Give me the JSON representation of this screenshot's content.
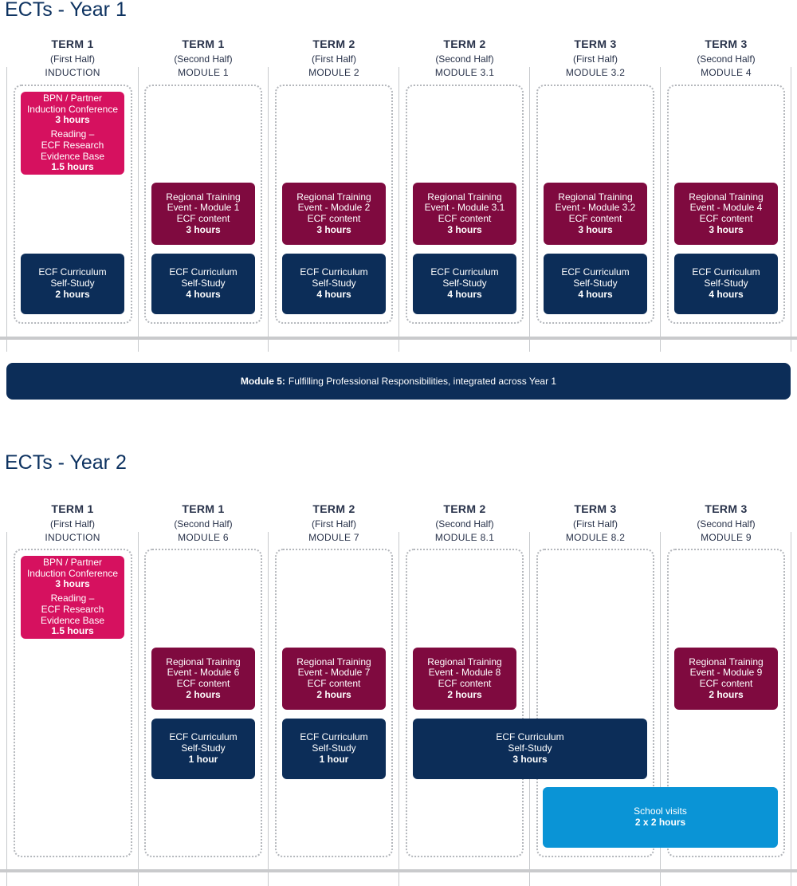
{
  "year1": {
    "title": "ECTs - Year 1",
    "columns": [
      {
        "term": "TERM 1",
        "half": "(First Half)",
        "module": "INDUCTION"
      },
      {
        "term": "TERM 1",
        "half": "(Second Half)",
        "module": "MODULE 1"
      },
      {
        "term": "TERM 2",
        "half": "(First Half)",
        "module": "MODULE 2"
      },
      {
        "term": "TERM 2",
        "half": "(Second Half)",
        "module": "MODULE 3.1"
      },
      {
        "term": "TERM 3",
        "half": "(First Half)",
        "module": "MODULE 3.2"
      },
      {
        "term": "TERM 3",
        "half": "(Second Half)",
        "module": "MODULE 4"
      }
    ],
    "induction": {
      "l1": "BPN / Partner",
      "l2": "Induction Conference",
      "l3": "3 hours",
      "l4": "Reading –",
      "l5": "ECF Research",
      "l6": "Evidence Base",
      "l7": "1.5 hours"
    },
    "events": [
      {
        "l1": "Regional Training",
        "l2": "Event - Module 1",
        "l3": "ECF content",
        "l4": "3 hours"
      },
      {
        "l1": "Regional Training",
        "l2": "Event - Module 2",
        "l3": "ECF content",
        "l4": "3 hours"
      },
      {
        "l1": "Regional Training",
        "l2": "Event - Module 3.1",
        "l3": "ECF content",
        "l4": "3 hours"
      },
      {
        "l1": "Regional Training",
        "l2": "Event - Module 3.2",
        "l3": "ECF content",
        "l4": "3 hours"
      },
      {
        "l1": "Regional Training",
        "l2": "Event - Module 4",
        "l3": "ECF content",
        "l4": "3 hours"
      }
    ],
    "study": [
      {
        "l1": "ECF Curriculum",
        "l2": "Self-Study",
        "l3": "2 hours"
      },
      {
        "l1": "ECF Curriculum",
        "l2": "Self-Study",
        "l3": "4 hours"
      },
      {
        "l1": "ECF Curriculum",
        "l2": "Self-Study",
        "l3": "4 hours"
      },
      {
        "l1": "ECF Curriculum",
        "l2": "Self-Study",
        "l3": "4 hours"
      },
      {
        "l1": "ECF Curriculum",
        "l2": "Self-Study",
        "l3": "4 hours"
      },
      {
        "l1": "ECF Curriculum",
        "l2": "Self-Study",
        "l3": "4 hours"
      }
    ],
    "banner": {
      "bold": "Module 5:",
      "text": "Fulfilling Professional Responsibilities, integrated across Year 1"
    }
  },
  "year2": {
    "title": "ECTs - Year 2",
    "columns": [
      {
        "term": "TERM 1",
        "half": "(First Half)",
        "module": "INDUCTION"
      },
      {
        "term": "TERM 1",
        "half": "(Second Half)",
        "module": "MODULE 6"
      },
      {
        "term": "TERM 2",
        "half": "(First Half)",
        "module": "MODULE 7"
      },
      {
        "term": "TERM 2",
        "half": "(Second Half)",
        "module": "MODULE 8.1"
      },
      {
        "term": "TERM 3",
        "half": "(First Half)",
        "module": "MODULE 8.2"
      },
      {
        "term": "TERM 3",
        "half": "(Second Half)",
        "module": "MODULE 9"
      }
    ],
    "induction": {
      "l1": "BPN / Partner",
      "l2": "Induction Conference",
      "l3": "3 hours",
      "l4": "Reading –",
      "l5": "ECF Research",
      "l6": "Evidence Base",
      "l7": "1.5 hours"
    },
    "events": [
      {
        "l1": "Regional Training",
        "l2": "Event - Module 6",
        "l3": "ECF content",
        "l4": "2 hours"
      },
      {
        "l1": "Regional Training",
        "l2": "Event - Module 7",
        "l3": "ECF content",
        "l4": "2 hours"
      },
      {
        "l1": "Regional Training",
        "l2": "Event - Module 8",
        "l3": "ECF content",
        "l4": "2 hours"
      },
      {
        "l1": "Regional Training",
        "l2": "Event - Module 9",
        "l3": "ECF content",
        "l4": "2 hours"
      }
    ],
    "study": [
      {
        "l1": "ECF Curriculum",
        "l2": "Self-Study",
        "l3": "1 hour"
      },
      {
        "l1": "ECF Curriculum",
        "l2": "Self-Study",
        "l3": "1 hour"
      },
      {
        "l1": "ECF Curriculum",
        "l2": "Self-Study",
        "l3": "3 hours"
      }
    ],
    "visits": {
      "l1": "School visits",
      "l2": "2 x 2 hours"
    }
  },
  "colors": {
    "pink": "#d6115f",
    "maroon": "#7f0a3f",
    "navy": "#0c2d58",
    "blue": "#0a94d6",
    "title": "#0d3260"
  }
}
